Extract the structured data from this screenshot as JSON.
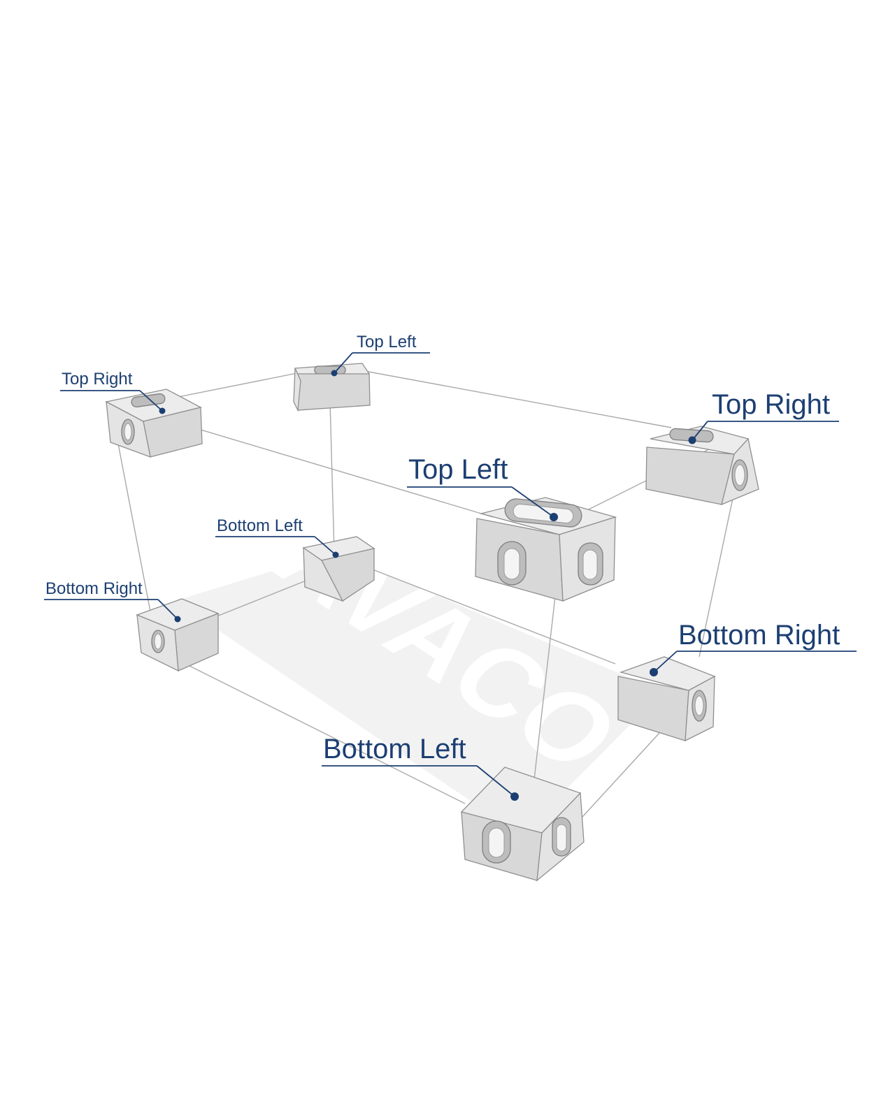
{
  "watermark": "NAVACOS",
  "colors": {
    "label": "#1c3f72",
    "edge": "#a9a9a9",
    "block": "#d8d8d8",
    "floor": "#f2f2f2"
  },
  "labels": {
    "back_top_left": "Top Left",
    "back_top_right": "Top Right",
    "back_bottom_left": "Bottom Left",
    "back_bottom_right": "Bottom Right",
    "front_top_left": "Top Left",
    "front_top_right": "Top Right",
    "front_bottom_right": "Bottom Right",
    "front_bottom_left": "Bottom Left"
  }
}
